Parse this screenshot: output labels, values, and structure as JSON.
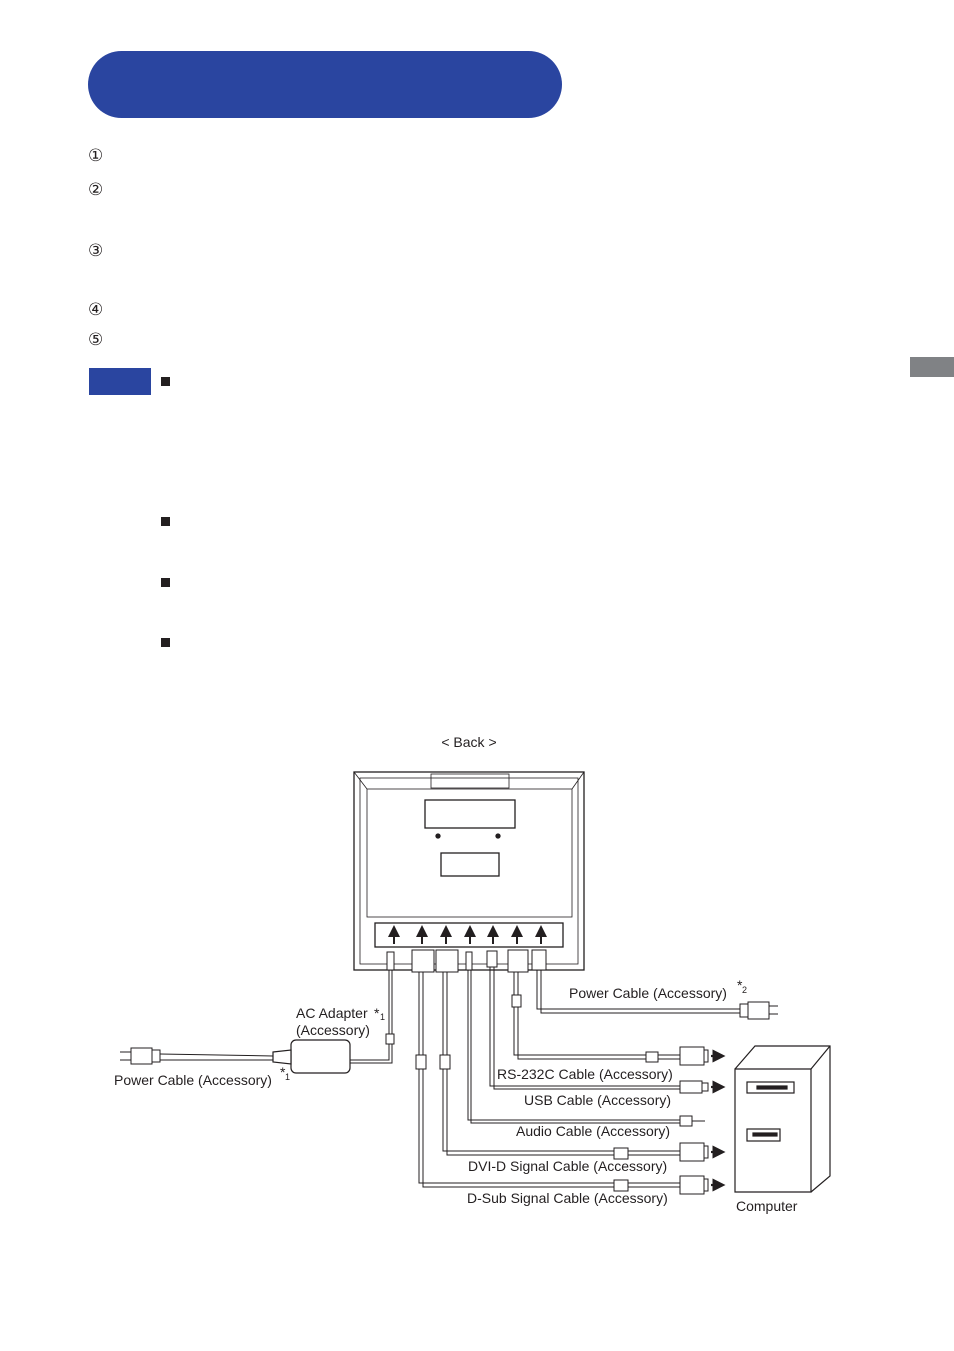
{
  "steps": [
    "①",
    "②",
    "③",
    "④",
    "⑤"
  ],
  "diagram": {
    "back_label": "< Back >",
    "computer_label": "Computer",
    "cables": {
      "power_cable_2": "Power Cable (Accessory)",
      "power_cable_2_mark": "*",
      "power_cable_2_sub": "2",
      "ac_adapter": "AC Adapter",
      "ac_adapter_mark": "*",
      "ac_adapter_sub": "1",
      "ac_adapter_accessory": "(Accessory)",
      "power_cable_1": "Power Cable (Accessory)",
      "power_cable_1_mark": "*",
      "power_cable_1_sub": "1",
      "rs232c": "RS-232C Cable (Accessory)",
      "usb": "USB Cable (Accessory)",
      "audio": "Audio Cable (Accessory)",
      "dvi": "DVI-D Signal Cable (Accessory)",
      "dsub": "D-Sub Signal Cable (Accessory)"
    }
  },
  "colors": {
    "banner": "#2a45a0",
    "side_tab": "#808285",
    "ink": "#231f20"
  }
}
